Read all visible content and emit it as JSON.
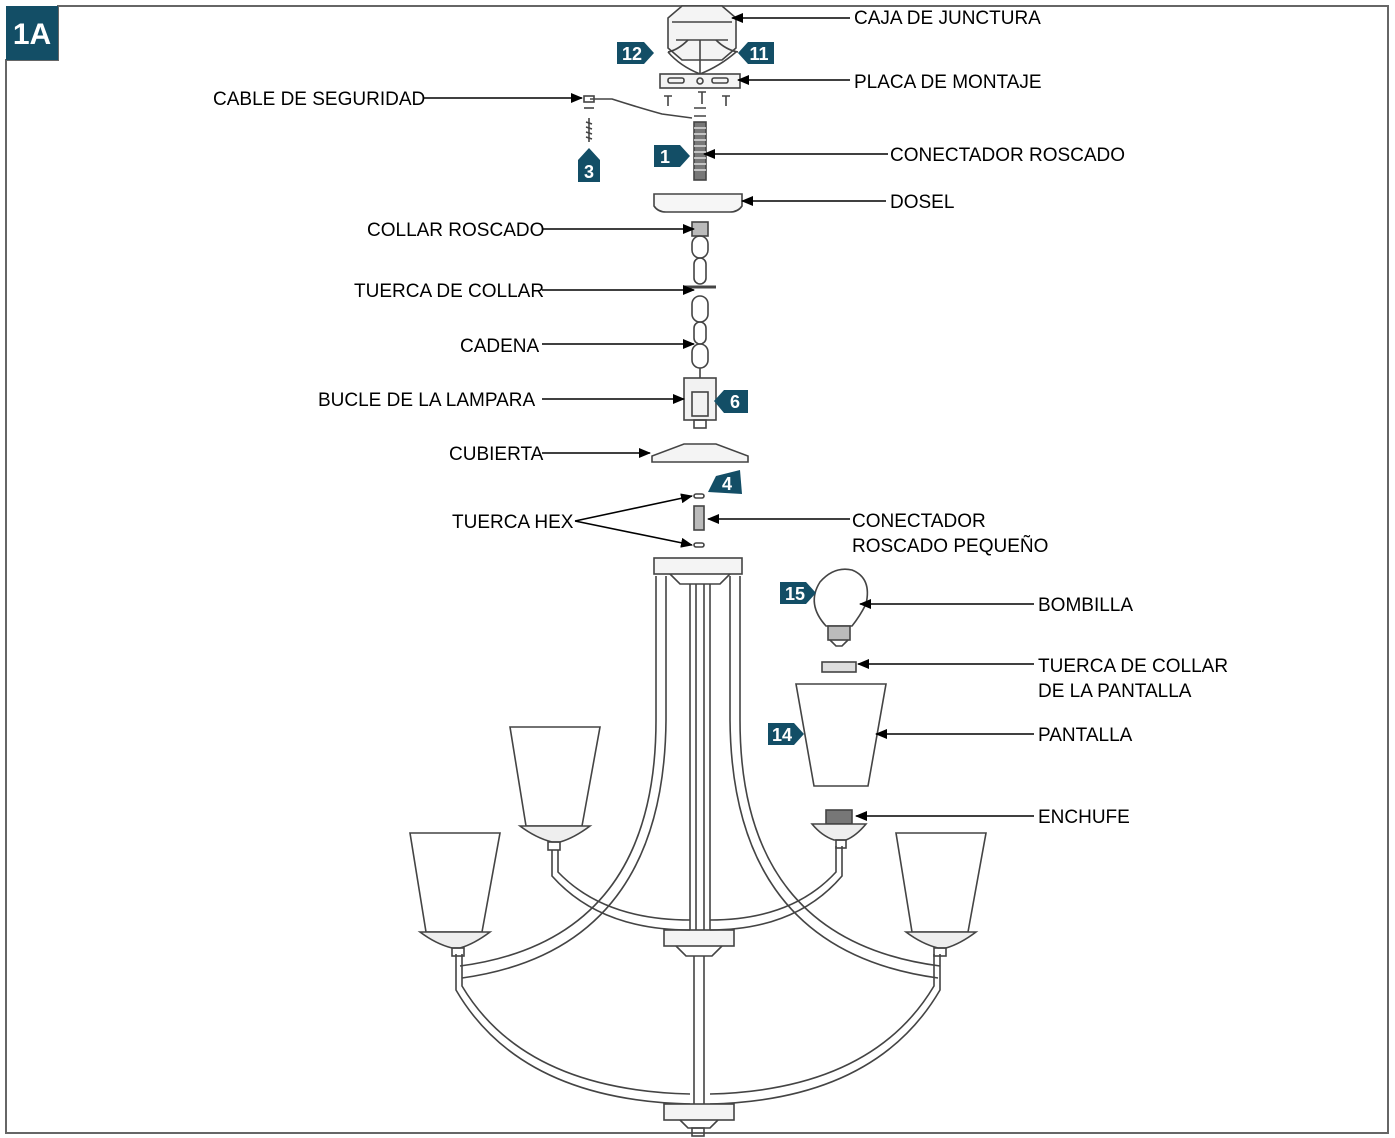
{
  "figure_label": "1A",
  "labels": {
    "caja": "CAJA DE JUNCTURA",
    "placa": "PLACA DE MONTAJE",
    "cable": "CABLE DE SEGURIDAD",
    "conector": "CONECTADOR ROSCADO",
    "dosel": "DOSEL",
    "collar": "COLLAR ROSCADO",
    "tuerca_collar": "TUERCA DE COLLAR",
    "cadena": "CADENA",
    "bucle": "BUCLE DE LA LAMPARA",
    "cubierta": "CUBIERTA",
    "tuerca_hex": "TUERCA HEX",
    "conector_peq_1": "CONECTADOR",
    "conector_peq_2": "ROSCADO PEQUEÑO",
    "bombilla": "BOMBILLA",
    "tuerca_pantalla_1": "TUERCA DE COLLAR",
    "tuerca_pantalla_2": "DE LA PANTALLA",
    "pantalla": "PANTALLA",
    "enchufe": "ENCHUFE"
  },
  "part_numbers": {
    "p1": "1",
    "p3": "3",
    "p4": "4",
    "p6": "6",
    "p11": "11",
    "p12": "12",
    "p14": "14",
    "p15": "15"
  },
  "colors": {
    "tag_fill": "#134e66",
    "line": "#000000",
    "part_stroke": "#444444",
    "border": "#555555"
  }
}
